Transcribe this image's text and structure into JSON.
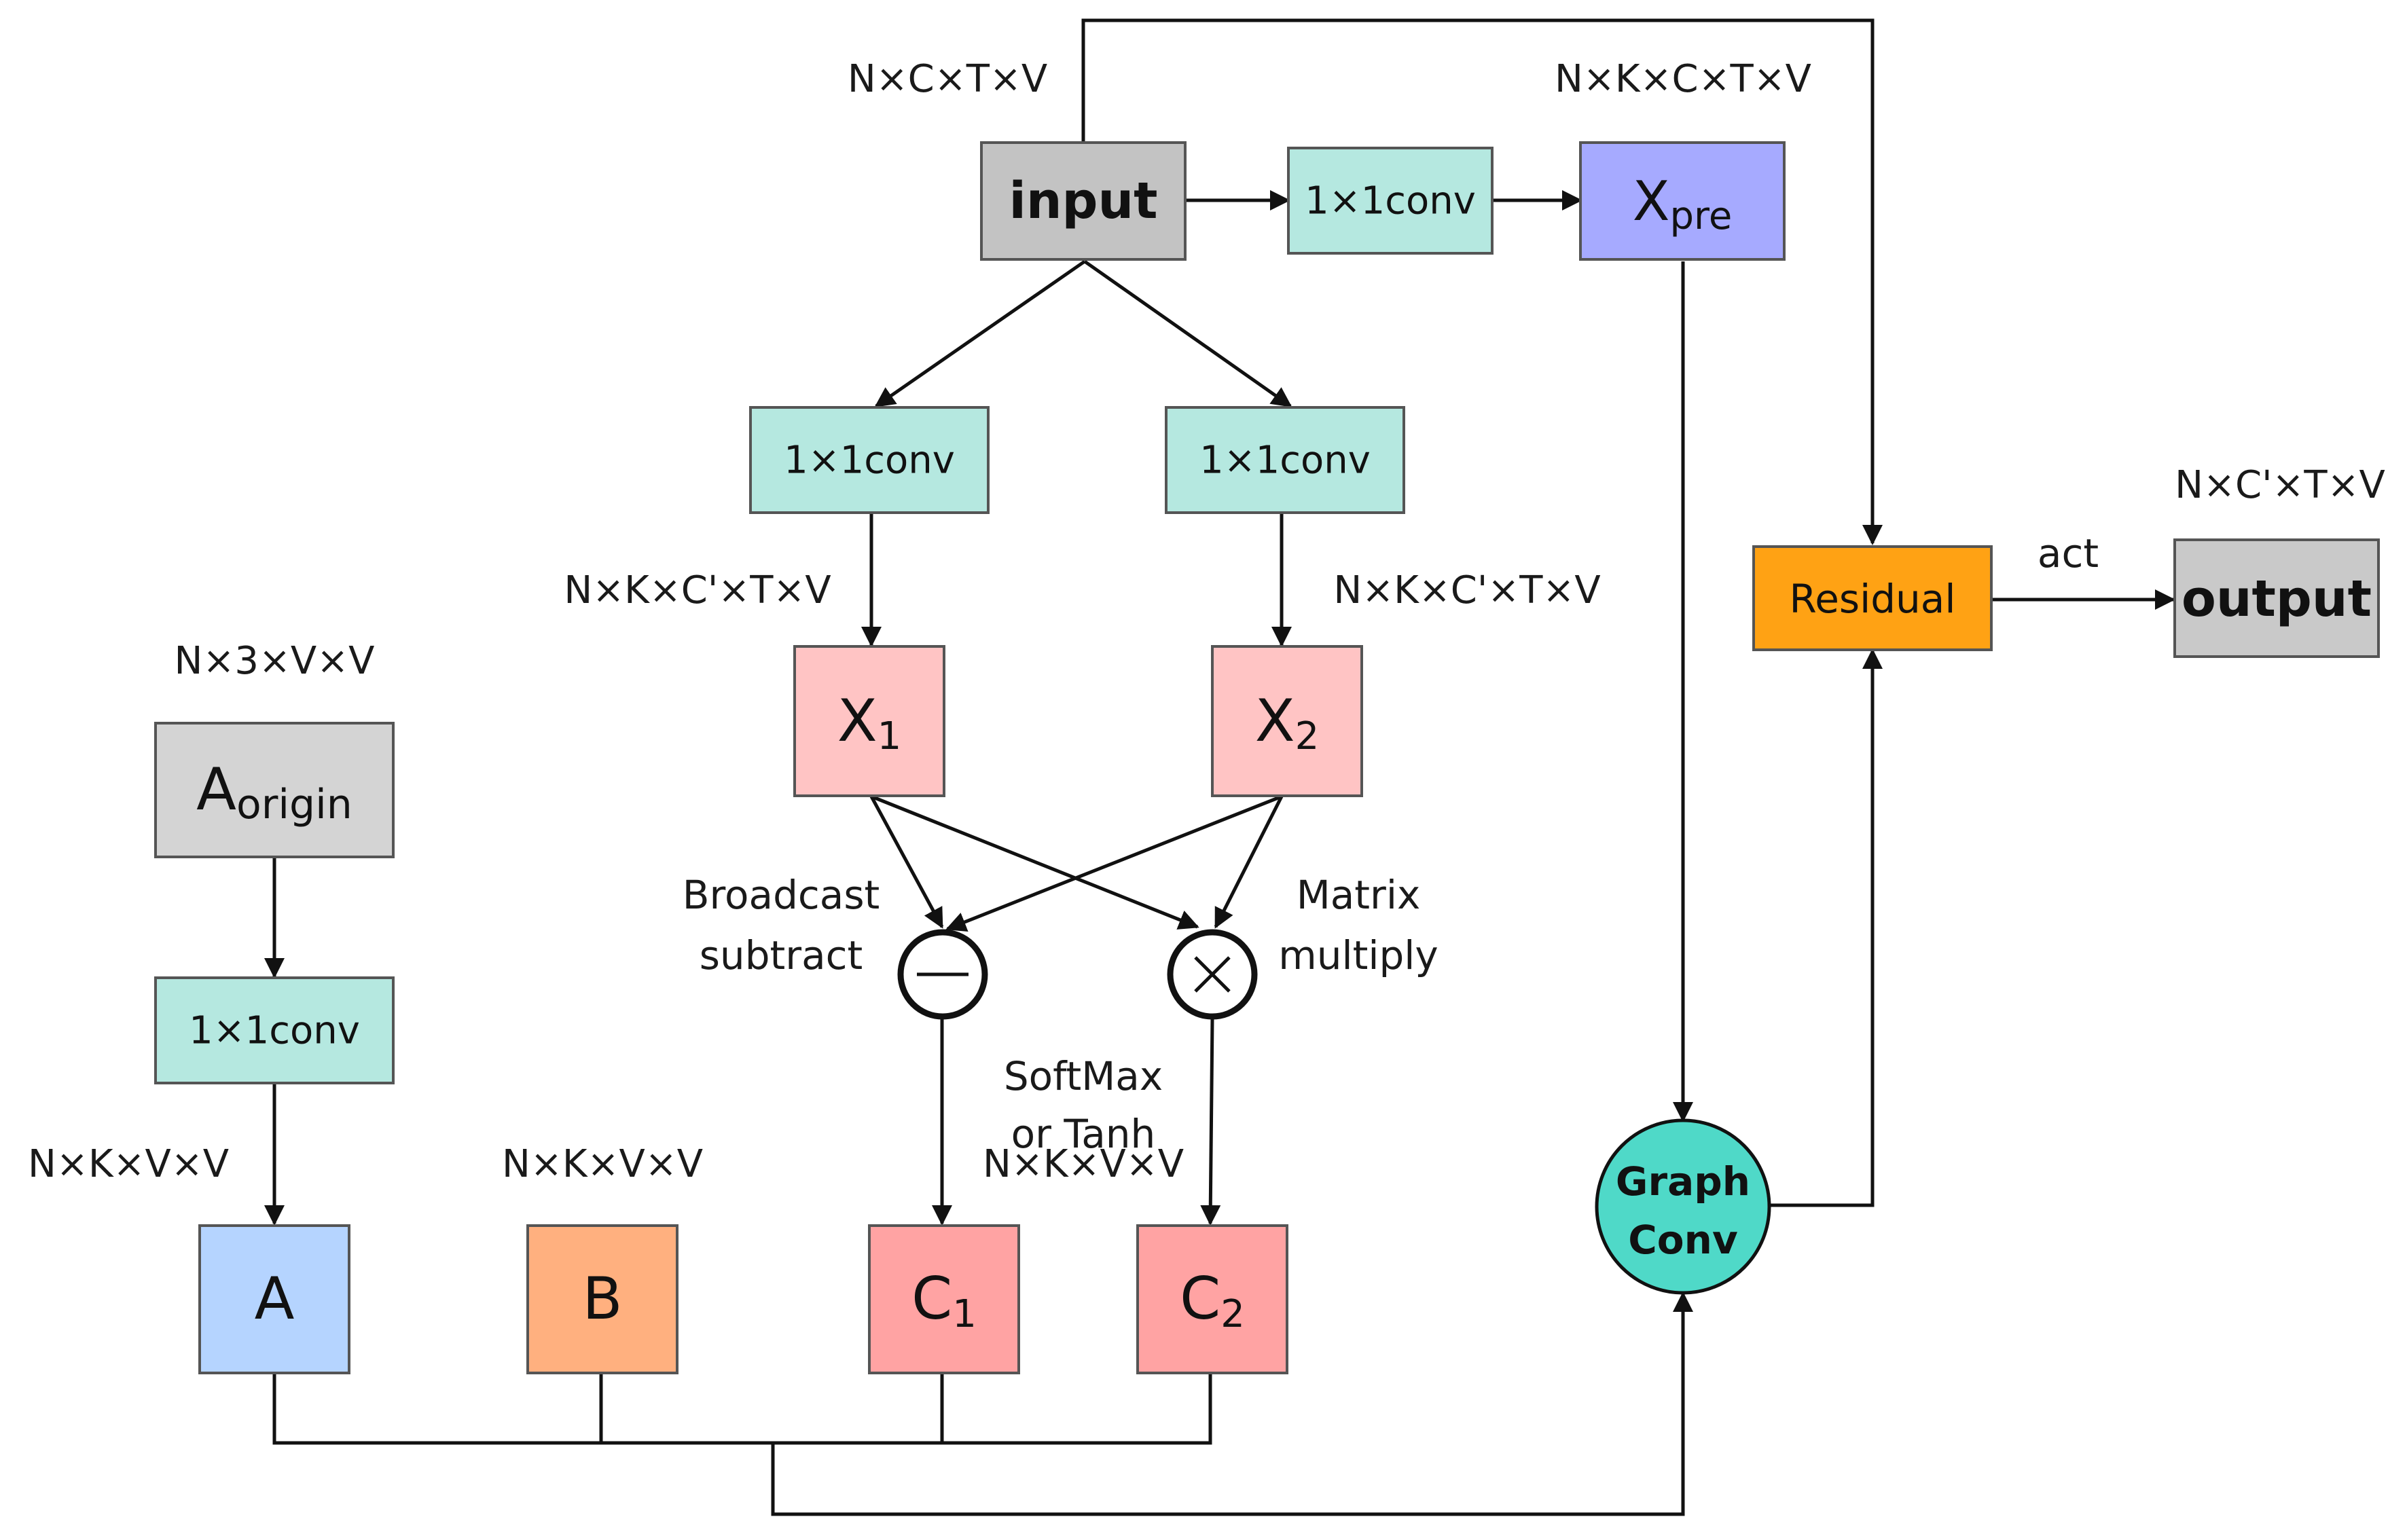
{
  "colors": {
    "input_gray": "#c3c3c3",
    "conv_teal": "#b5e8e0",
    "xpre_blue": "#a6aaff",
    "x_pink": "#ffc4c4",
    "a_origin_gray": "#d4d4d4",
    "a_blue": "#b5d4ff",
    "b_orange": "#ffb07f",
    "c_salmon": "#ffa3a3",
    "residual_orange": "#ffa214",
    "graphconv_teal": "#4fd9c8",
    "output_gray": "#c9c9c9",
    "line": "#111111"
  },
  "nodes": {
    "input": {
      "text": "input"
    },
    "conv_top": {
      "text": "1×1conv"
    },
    "xpre": {
      "base": "X",
      "sub": "pre"
    },
    "conv_left": {
      "text": "1×1conv"
    },
    "conv_right": {
      "text": "1×1conv"
    },
    "x1": {
      "base": "X",
      "sub": "1"
    },
    "x2": {
      "base": "X",
      "sub": "2"
    },
    "a_origin": {
      "base": "A",
      "sub": "origin"
    },
    "conv_a": {
      "text": "1×1conv"
    },
    "a": {
      "text": "A"
    },
    "b": {
      "text": "B"
    },
    "c1": {
      "base": "C",
      "sub": "1"
    },
    "c2": {
      "base": "C",
      "sub": "2"
    },
    "residual": {
      "text": "Residual"
    },
    "output": {
      "text": "output"
    },
    "graph_conv": {
      "line1": "Graph",
      "line2": "Conv"
    },
    "minus_op": {
      "symbol": "−"
    },
    "times_op": {
      "symbol": "×"
    }
  },
  "dims": {
    "input": "N×C×T×V",
    "xpre": "N×K×C×T×V",
    "output": "N×C'×T×V",
    "x1": "N×K×C'×T×V",
    "x2": "N×K×C'×T×V",
    "a_origin": "N×3×V×V",
    "a": "N×K×V×V",
    "b": "N×K×V×V",
    "c": "N×K×V×V"
  },
  "labels": {
    "broadcast_line1": "Broadcast",
    "broadcast_line2": "subtract",
    "matrix_line1": "Matrix",
    "matrix_line2": "multiply",
    "softmax_line1": "SoftMax",
    "softmax_line2": "or Tanh",
    "act": "act"
  }
}
